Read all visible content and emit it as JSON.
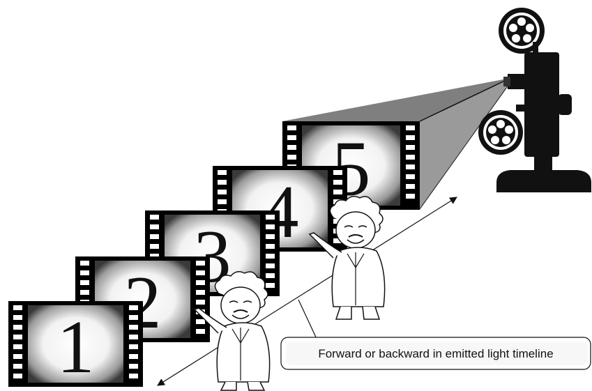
{
  "frames": [
    {
      "label": "1"
    },
    {
      "label": "2"
    },
    {
      "label": "3"
    },
    {
      "label": "4"
    },
    {
      "label": "5"
    }
  ],
  "callout": {
    "text": "Forward or backward in emitted light timeline"
  },
  "colors": {
    "film": "#000000",
    "beam": "#8a8a8a",
    "background": "#ffffff"
  },
  "icons": [
    "film-projector-icon",
    "cartoon-scientist-icon",
    "double-headed-arrow-icon"
  ]
}
